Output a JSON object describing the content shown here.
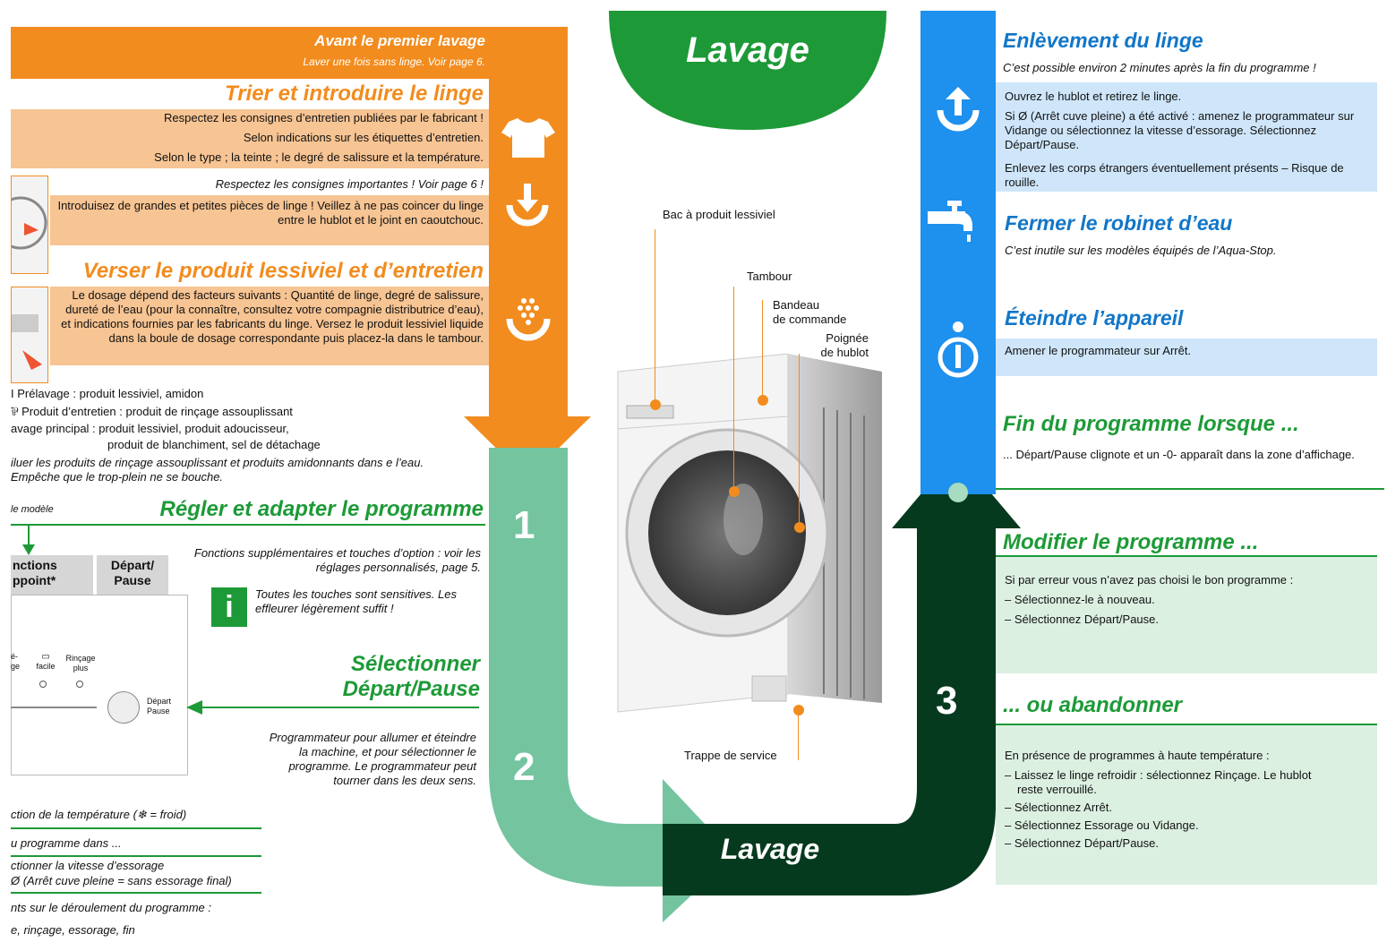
{
  "colors": {
    "orange": "#f28c1e",
    "blue": "#1e90ee",
    "green": "#1d9a37",
    "teal": "#74c4a0",
    "dark": "#063a1f"
  },
  "top_title": "Lavage",
  "bottom_title": "Lavage",
  "step_numbers": [
    "1",
    "2",
    "3"
  ],
  "left": {
    "avant_title": "Avant le premier lavage",
    "avant_sub": "Laver une fois sans linge. Voir page 6.",
    "trier_title": "Trier et introduire le linge",
    "trier_lines": [
      "Respectez les consignes d’entretien publiées par le fabricant !",
      "Selon indications sur les étiquettes d’entretien.",
      "Selon le type ; la teinte ; le degré de salissure et la température."
    ],
    "respect_note": "Respectez les consignes importantes ! Voir page 6 !",
    "introduire_text": "Introduisez de grandes et petites pièces de linge ! Veillez à ne pas coincer du linge entre le hublot et le joint en caoutchouc.",
    "verser_title": "Verser le produit lessiviel et d’entretien",
    "verser_text": "Le dosage dépend des facteurs suivants : Quantité de linge, degré de salissure, dureté de l’eau (pour la connaître, consultez votre compagnie distributrice d’eau), et indications fournies par les fabricants du linge. Versez le produit lessiviel liquide dans la boule de dosage correspondante puis placez-la dans le tambour.",
    "compartments": [
      "I Prélavage :  produit lessiviel, amidon",
      "⅌ Produit d’entretien : produit de rinçage assouplissant",
      "avage  principal : produit lessiviel, produit adoucisseur,",
      "produit de blanchiment, sel de détachage"
    ],
    "diluer": "iluer les produits de rinçage assouplissant et produits amidonnants dans e l’eau. Empêche que le trop-plein ne se bouche.",
    "modele": "le modèle",
    "regler_title": "Régler et adapter le programme",
    "fonctions_note": "Fonctions supplémentaires et touches d’option : voir les réglages personnalisés, page 5.",
    "btn_fonctions": "nctions\nppoint*",
    "btn_depart": "Départ/\nPause",
    "touches_note": "Toutes les touches sont sensitives. Les effleurer légèrement suffit !",
    "info_icon_letter": "i",
    "panel_opts": [
      "é-\nge",
      "facile",
      "Rinçage\nplus"
    ],
    "panel_depart": "Départ\nPause",
    "selectionner_title1": "Sélectionner",
    "selectionner_title2": "Départ/Pause",
    "programmateur_text": "Programmateur pour allumer et éteindre la machine, et pour sélectionner le programme. Le programmateur peut tourner dans les deux sens.",
    "bottom_lines": [
      "ction de la température (❄ = froid)",
      "u programme dans ...",
      "ctionner la vitesse d’essorage",
      "Ø (Arrêt cuve pleine = sans essorage final)",
      "nts sur le déroulement du programme :",
      "e, rinçage, essorage, fin"
    ]
  },
  "machine_labels": {
    "bac": "Bac à produit lessiviel",
    "tambour": "Tambour",
    "bandeau": "Bandeau\nde commande",
    "poignee": "Poignée\nde hublot",
    "trappe": "Trappe de service"
  },
  "right": {
    "enlevement_title": "Enlèvement du linge",
    "enlevement_sub": "C’est possible environ 2 minutes après la fin du programme !",
    "enlevement_box": [
      "Ouvrez le hublot et retirez le linge.",
      "Si Ø (Arrêt cuve pleine) a été activé : amenez le programmateur sur Vidange ou sélectionnez la vitesse d’essorage. Sélectionnez Départ/Pause.",
      "Enlevez les corps étrangers éventuellement présents – Risque de rouille."
    ],
    "fermer_title": "Fermer le robinet d’eau",
    "fermer_sub": "C’est inutile sur les modèles équipés de l’Aqua-Stop.",
    "eteindre_title": "Éteindre l’appareil",
    "eteindre_box": "Amener le programmateur sur Arrêt.",
    "fin_title": "Fin du programme lorsque ...",
    "fin_text": "... Départ/Pause clignote et un -0- apparaît dans la zone d’affichage.",
    "modifier_title": "Modifier le programme ...",
    "modifier_intro": "Si par erreur vous n’avez pas choisi le bon programme :",
    "modifier_items": [
      "Sélectionnez-le à nouveau.",
      "Sélectionnez Départ/Pause."
    ],
    "abandonner_title": "... ou abandonner",
    "abandonner_intro": "En présence de programmes à haute température :",
    "abandonner_items": [
      "Laissez le linge refroidir : sélectionnez Rinçage. Le hublot reste verrouillé.",
      "Sélectionnez Arrêt.",
      "Sélectionnez Essorage ou Vidange.",
      "Sélectionnez Départ/Pause."
    ]
  },
  "icons": [
    "shirt-icon",
    "download-arrow-icon",
    "detergent-icon",
    "upload-arrow-icon",
    "faucet-icon",
    "power-icon"
  ]
}
